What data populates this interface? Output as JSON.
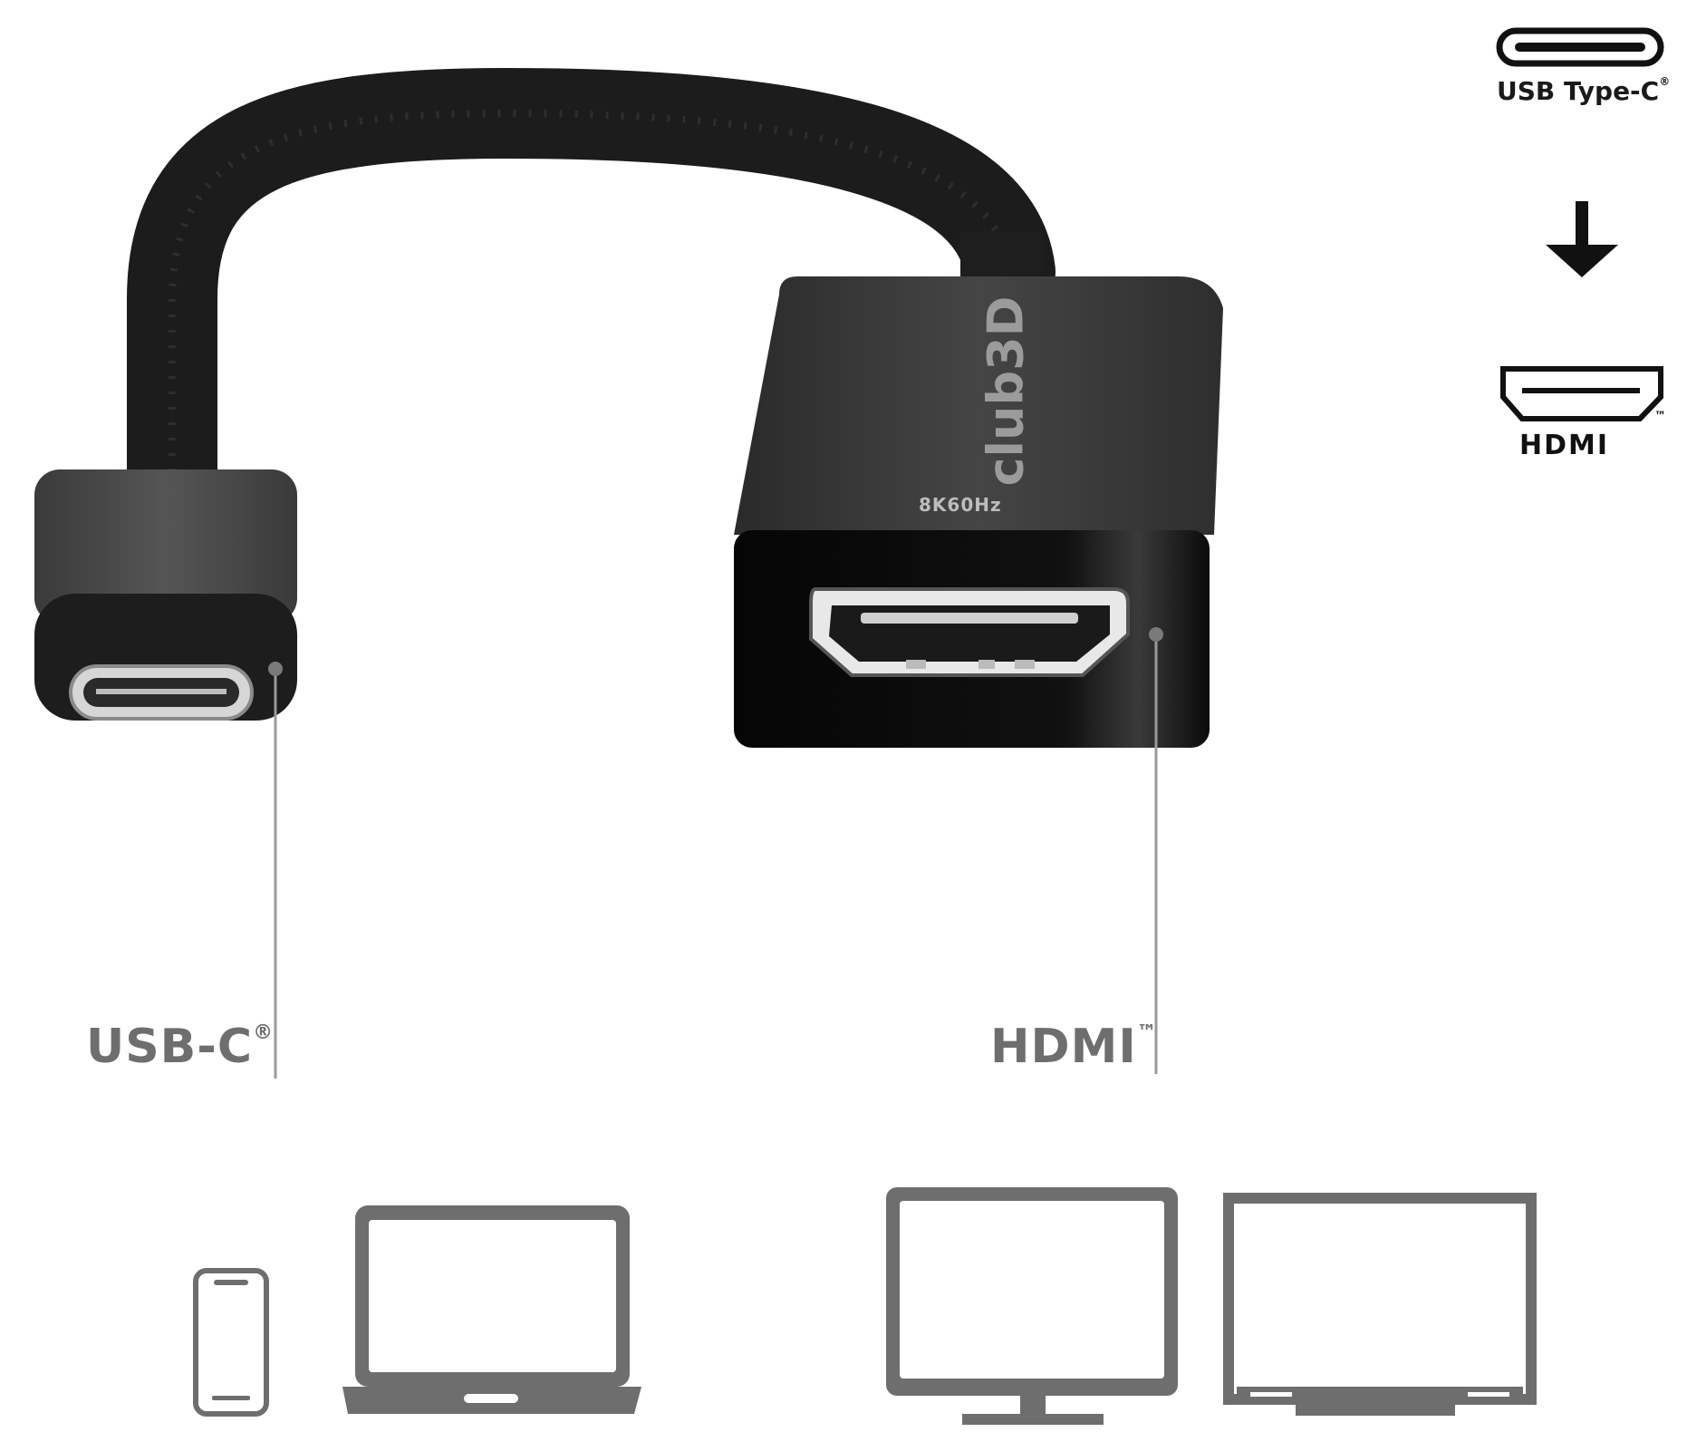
{
  "product": {
    "brand_logo": "club3D",
    "print_label": "8K60Hz"
  },
  "connectors": {
    "left_label": "USB-C",
    "left_mark": "®",
    "right_label": "HDMI",
    "right_mark": "™"
  },
  "legend": {
    "source_label": "USB Type-C",
    "source_mark": "®",
    "direction_icon": "arrow-down-icon",
    "target_logo": "HDMI",
    "target_mark": "™"
  },
  "devices": {
    "source": [
      "smartphone-icon",
      "laptop-icon"
    ],
    "target": [
      "monitor-icon",
      "tv-icon"
    ]
  },
  "colors": {
    "cable": "#1c1c1c",
    "connector_body": "#3a3a3a",
    "icon_gray": "#6e6e6e",
    "callout_line": "#9a9a9a"
  }
}
